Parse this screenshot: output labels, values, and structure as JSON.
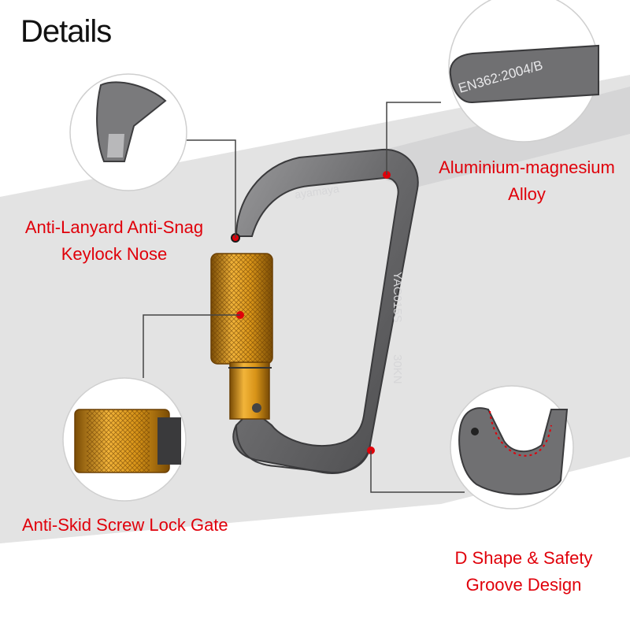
{
  "title": "Details",
  "brand_text": "ayamaya",
  "model_text": "YAC015S",
  "rating_text": "30KN",
  "standard_text": "EN362:2004/B",
  "labels": {
    "nose_line1": "Anti-Lanyard Anti-Snag",
    "nose_line2": "Keylock Nose",
    "alloy_line1": "Aluminium-magnesium",
    "alloy_line2": "Alloy",
    "gate_line1": "Anti-Skid Screw Lock Gate",
    "groove_line1": "D Shape & Safety",
    "groove_line2": "Groove Design"
  },
  "colors": {
    "label_red": "#e0000a",
    "carabiner_gray": "#6e6e70",
    "sleeve_gold": "#c8860a"
  }
}
